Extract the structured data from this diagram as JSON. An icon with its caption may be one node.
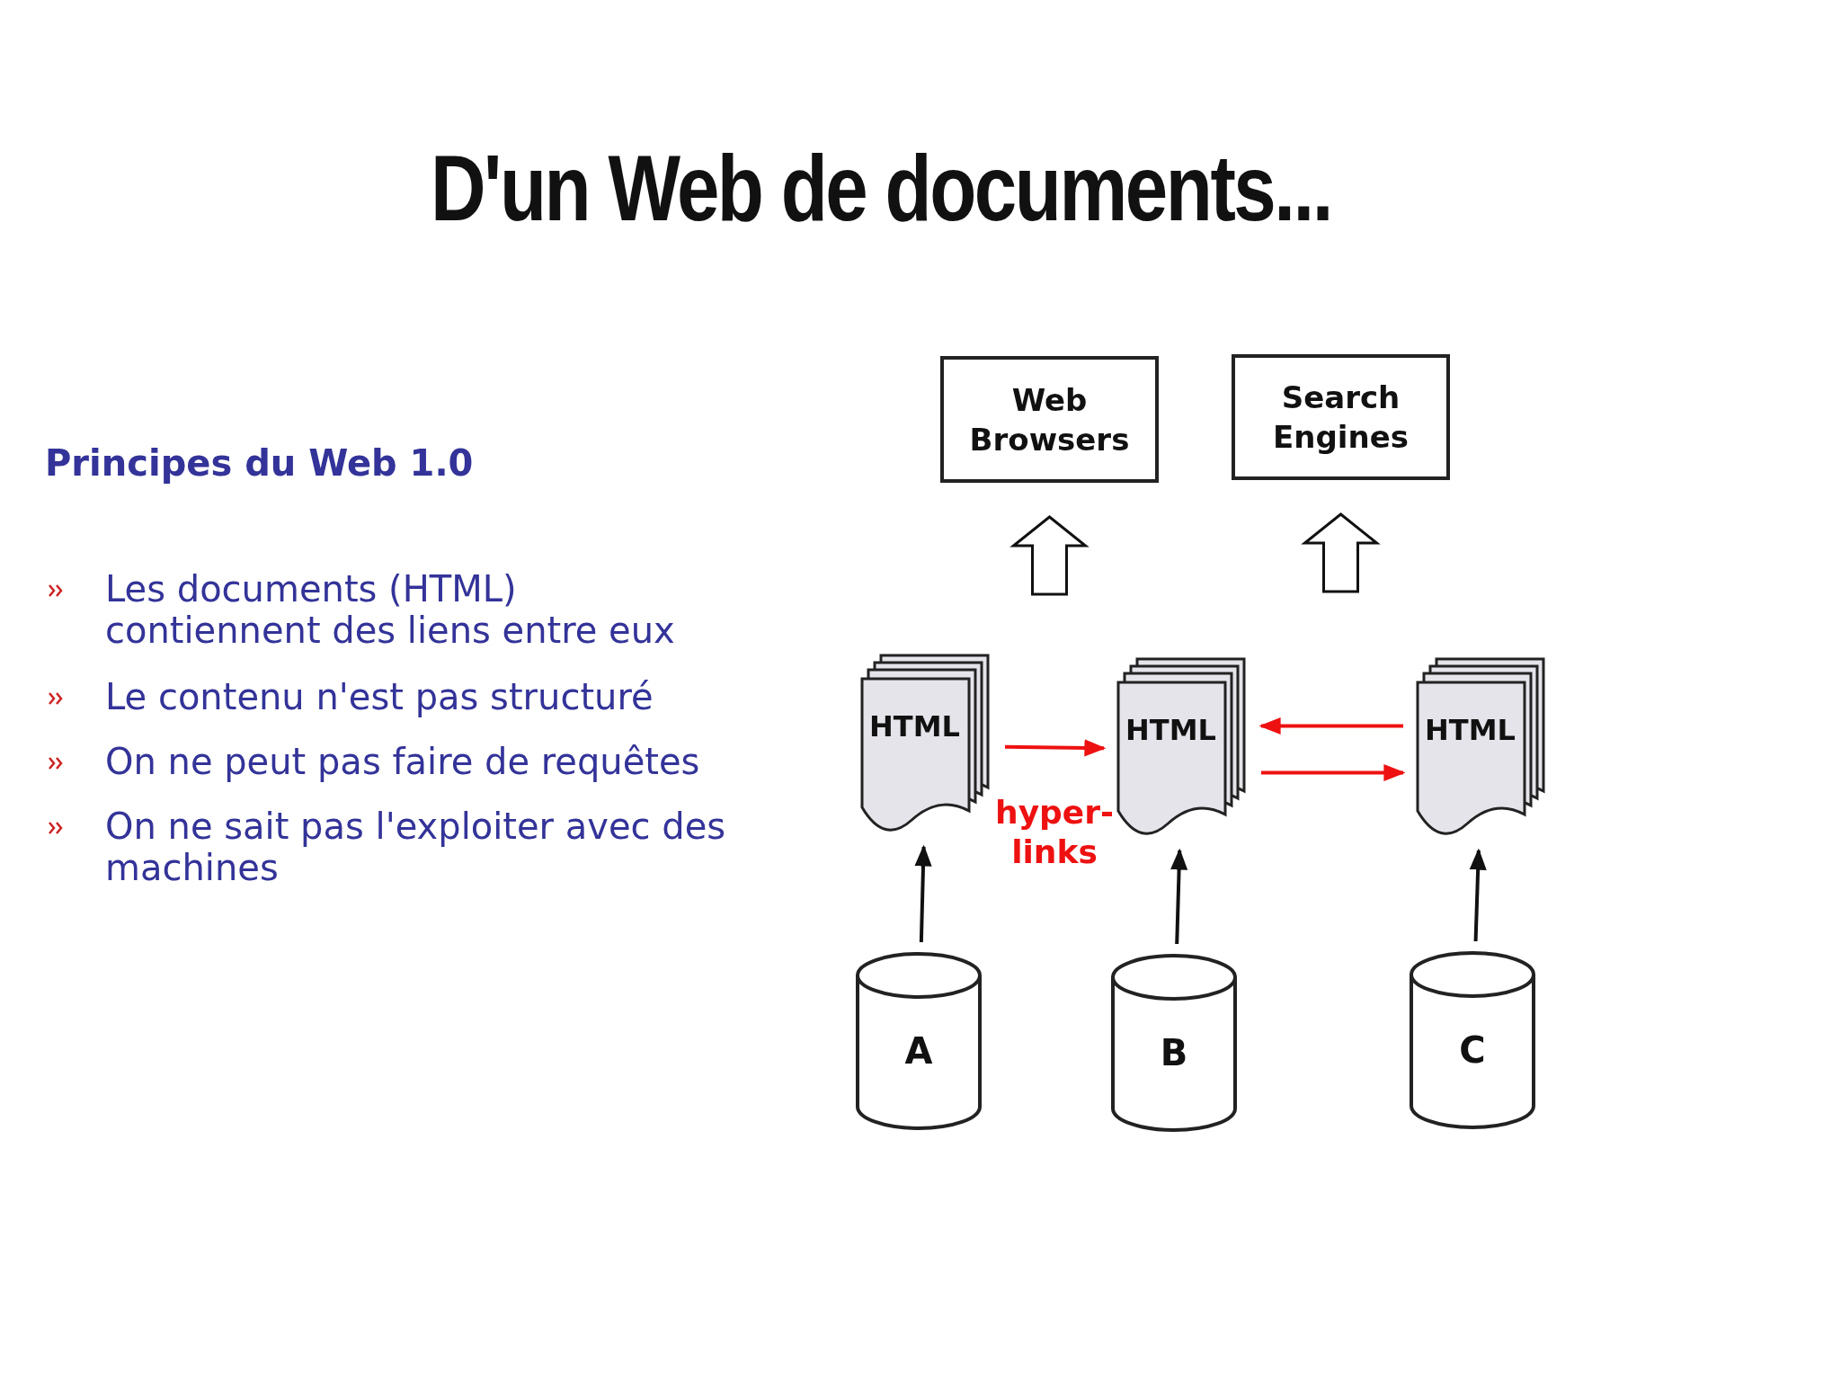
{
  "diagram": {
    "title": "D'un Web de documents...",
    "nodes": [
      {
        "text": [
          "Web Browsers"
        ]
      },
      {
        "text": [
          "Search Engines"
        ]
      },
      {
        "text": [
          "HTML"
        ]
      },
      {
        "text": [
          "HTML"
        ]
      },
      {
        "text": [
          "HTML"
        ]
      },
      {
        "text": [
          "A"
        ]
      },
      {
        "text": [
          "B"
        ]
      },
      {
        "text": [
          "C"
        ]
      }
    ],
    "edges": [
      {
        "from": null,
        "to": 0,
        "arrow": "to",
        "style": "thick"
      },
      {
        "from": null,
        "to": 1,
        "arrow": "to",
        "style": "thick"
      },
      {
        "from": 2,
        "to": 3,
        "arrow": "to",
        "color": "#ee1111",
        "label": "hyper-links"
      },
      {
        "from": 4,
        "to": 3,
        "arrow": "to",
        "color": "#ee1111"
      },
      {
        "from": 3,
        "to": 4,
        "arrow": "to",
        "color": "#ee1111"
      },
      {
        "from": 5,
        "to": 2,
        "arrow": "to",
        "color": "#111111"
      },
      {
        "from": 6,
        "to": 3,
        "arrow": "to",
        "color": "#111111"
      },
      {
        "from": 7,
        "to": 4,
        "arrow": "to",
        "color": "#111111"
      }
    ],
    "labels": [
      "Principes du Web 1.0",
      "Les documents (HTML) contiennent des liens entre eux",
      "Le contenu n'est pas structuré",
      "On ne peut pas faire de requêtes",
      "On ne sait pas l'exploiter avec des machines"
    ]
  }
}
